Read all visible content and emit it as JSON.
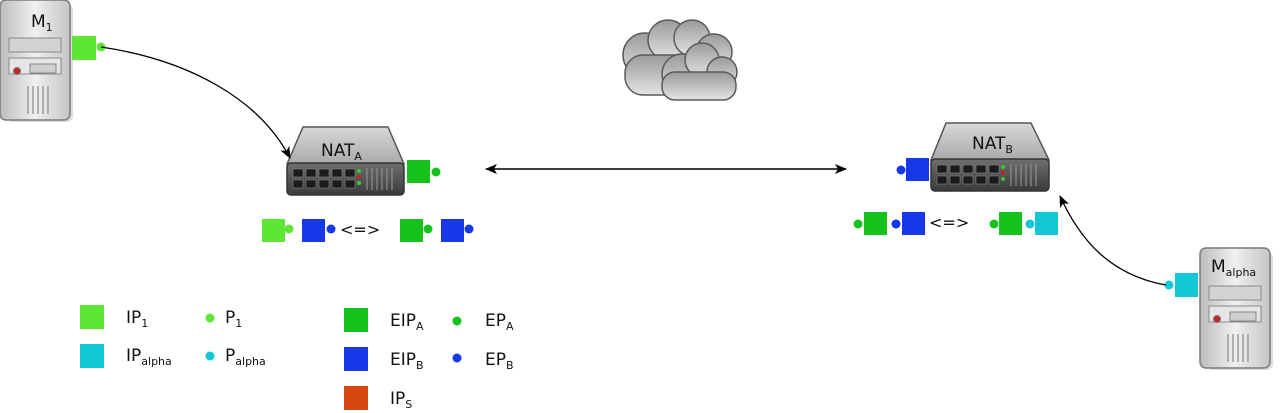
{
  "devices": {
    "m1": {
      "label": "M",
      "sub": "1"
    },
    "malpha": {
      "label": "M",
      "sub": "alpha"
    },
    "nat_a": {
      "label": "NAT",
      "sub": "A"
    },
    "nat_b": {
      "label": "NAT",
      "sub": "B"
    }
  },
  "mappings": {
    "a": "<=>",
    "b": "<=>"
  },
  "legend": [
    {
      "label": "IP",
      "sub": "1",
      "color": "#5ee635",
      "kind": "square"
    },
    {
      "label": "P",
      "sub": "1",
      "color": "#5ee635",
      "kind": "dot"
    },
    {
      "label": "IP",
      "sub": "alpha",
      "color": "#12c8d6",
      "kind": "square"
    },
    {
      "label": "P",
      "sub": "alpha",
      "color": "#12c8d6",
      "kind": "dot"
    },
    {
      "label": "EIP",
      "sub": "A",
      "color": "#16c21c",
      "kind": "square"
    },
    {
      "label": "EP",
      "sub": "A",
      "color": "#16c21c",
      "kind": "dot"
    },
    {
      "label": "EIP",
      "sub": "B",
      "color": "#1738e8",
      "kind": "square"
    },
    {
      "label": "EP",
      "sub": "B",
      "color": "#1738e8",
      "kind": "dot"
    },
    {
      "label": "IP",
      "sub": "S",
      "color": "#d6470f",
      "kind": "square"
    }
  ],
  "colors": {
    "ip1": "#5ee635",
    "ipalpha": "#12c8d6",
    "eipA": "#16c21c",
    "eipB": "#1738e8",
    "ipS": "#d6470f"
  },
  "icons": [
    "server-icon",
    "nat-router-icon",
    "cloud-icon"
  ]
}
